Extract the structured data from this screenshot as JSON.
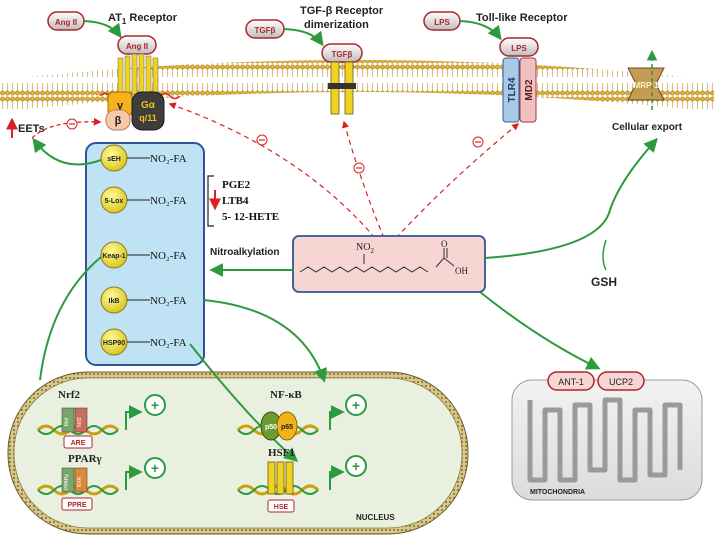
{
  "receptors": {
    "at1": {
      "title": "AT",
      "title_sub": "1",
      "title_rest": " Receptor",
      "ligand": "Ang II",
      "bound": "Ang II",
      "gamma": "γ",
      "beta": "β",
      "galpha": "Gα",
      "gq": "q/11"
    },
    "tgfb": {
      "title_line1": "TGF-β Receptor",
      "title_line2": "dimerization",
      "ligand": "TGFβ",
      "bound": "TGFβ"
    },
    "tlr": {
      "title": "Toll-like Receptor",
      "ligand": "LPS",
      "bound": "LPS",
      "tlr4": "TLR4",
      "md2": "MD2"
    },
    "mrp": {
      "label": "MRP-1"
    }
  },
  "labels": {
    "eets": "EETs",
    "cellular_export": "Cellular export",
    "nitroalkylation": "Nitroalkylation",
    "gsh": "GSH",
    "minus": "⊖",
    "plus": "+"
  },
  "targets": [
    {
      "name": "sEH",
      "adduct": "NO₂-FA"
    },
    {
      "name": "5-Lox",
      "adduct": "NO₂-FA"
    },
    {
      "name": "Keap-1",
      "adduct": "NO₂-FA"
    },
    {
      "name": "IkB",
      "adduct": "NO₂-FA"
    },
    {
      "name": "HSP90",
      "adduct": "NO₂-FA"
    }
  ],
  "lox_products": [
    "PGE2",
    "LTB4",
    "5- 12-HETE"
  ],
  "molecule": {
    "no2": "NO",
    "no2_sub": "2",
    "oh": "OH",
    "o": "O"
  },
  "nucleus": {
    "label": "NUCLEUS",
    "nrf2": {
      "title": "Nrf2",
      "element": "ARE",
      "p1": "Maf",
      "p2": "Nrf2"
    },
    "ppar": {
      "title": "PPARγ",
      "element": "PPRE",
      "p1": "PPARγ",
      "p2": "RXR"
    },
    "nfkb": {
      "title": "NF-κB",
      "p50": "p50",
      "p65": "p65"
    },
    "hsf1": {
      "title": "HSF1",
      "element": "HSE"
    }
  },
  "mito": {
    "label": "MITOCHONDRIA",
    "ant1": "ANT-1",
    "ucp2": "UCP2"
  },
  "colors": {
    "arrow_green": "#2e9a3e",
    "inhibit_red": "#d92121",
    "box_blue": "#bfe3f5",
    "pill_red": "#b0232a",
    "molecule_bg": "#f6d5d2"
  }
}
